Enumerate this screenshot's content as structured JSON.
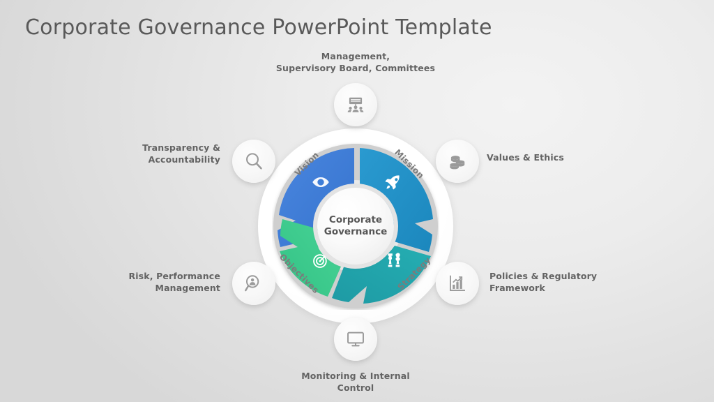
{
  "slide": {
    "title": "Corporate Governance PowerPoint Template",
    "background_color": "#dcdcdc",
    "title_color": "#595959"
  },
  "wheel": {
    "hub_line1": "Corporate",
    "hub_line2": "Governance",
    "segments": [
      {
        "label": "Vision",
        "icon": "eye-icon",
        "color": "#3d7ed9",
        "position": "top-left"
      },
      {
        "label": "Mission",
        "icon": "rocket-icon",
        "color": "#2193c8",
        "position": "top-right"
      },
      {
        "label": "Strategy",
        "icon": "chess-pieces-icon",
        "color": "#23a5ac",
        "position": "bottom-right"
      },
      {
        "label": "Objectives",
        "icon": "target-icon",
        "color": "#3cc98a",
        "position": "bottom-left"
      }
    ]
  },
  "nodes": [
    {
      "id": "management",
      "label": "Management,\nSupervisory  Board, Committees",
      "icon": "presentation-board-people-icon",
      "position": "top"
    },
    {
      "id": "values-ethics",
      "label": "Values & Ethics",
      "icon": "coin-stacks-icon",
      "position": "top-right"
    },
    {
      "id": "policies-regulatory",
      "label": "Policies  & Regulatory\nFramework",
      "icon": "bar-chart-growth-icon",
      "position": "bottom-right"
    },
    {
      "id": "monitoring-control",
      "label": "Monitoring  & Internal\nControl",
      "icon": "monitor-screen-icon",
      "position": "bottom"
    },
    {
      "id": "risk-performance",
      "label": "Risk,  Performance\nManagement",
      "icon": "magnifier-person-icon",
      "position": "bottom-left"
    },
    {
      "id": "transparency-accountability",
      "label": "Transparency &\nAccountability",
      "icon": "magnifier-icon",
      "position": "top-left"
    }
  ]
}
